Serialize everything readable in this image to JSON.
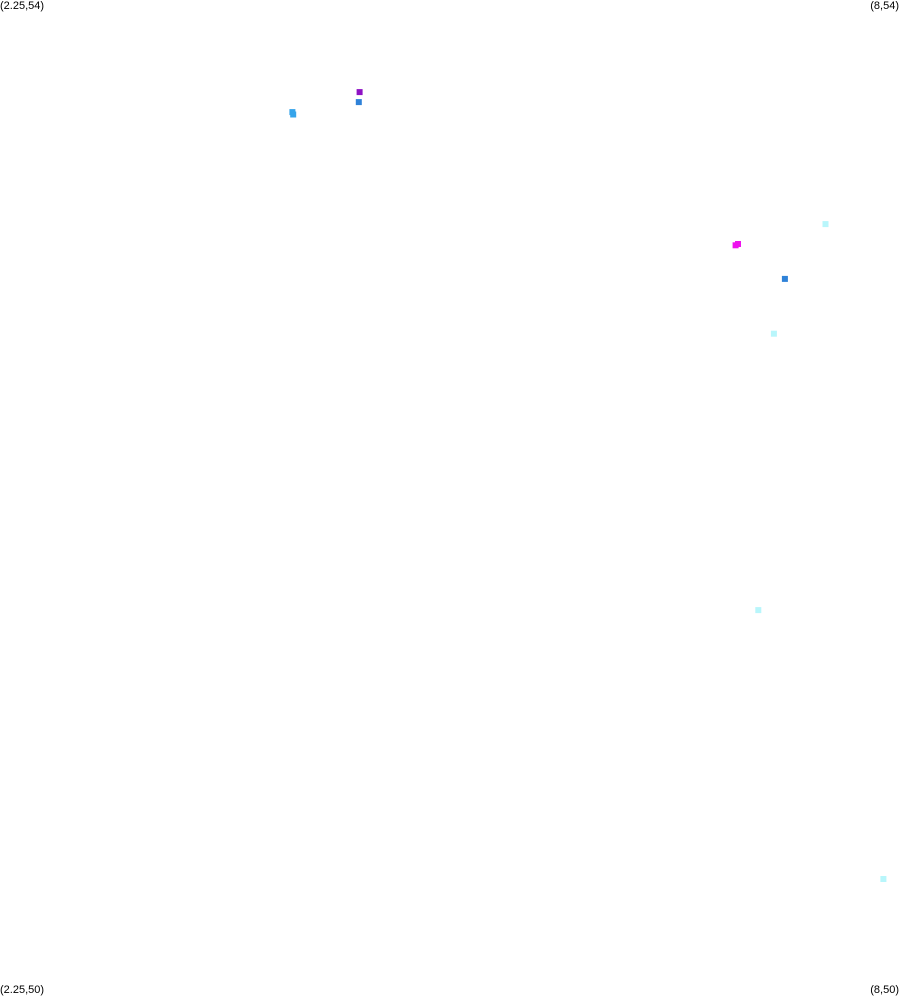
{
  "corners": {
    "top_left": "(2.25,54)",
    "top_right": "(8,54)",
    "bottom_left": "(2.25,50)",
    "bottom_right": "(8,50)"
  },
  "chart_data": {
    "type": "scatter",
    "title": "",
    "xlabel": "",
    "ylabel": "",
    "xlim": [
      2.25,
      8
    ],
    "ylim": [
      50,
      54
    ],
    "grid": false,
    "points": [
      {
        "x": 4.55,
        "y": 53.63,
        "color": "#8e12c4"
      },
      {
        "x": 4.545,
        "y": 53.59,
        "color": "#2f82d8"
      },
      {
        "x": 4.12,
        "y": 53.55,
        "color": "#35a4ea"
      },
      {
        "x": 4.125,
        "y": 53.54,
        "color": "#35a4ea"
      },
      {
        "x": 7.53,
        "y": 53.1,
        "color": "#b8f6fb"
      },
      {
        "x": 6.97,
        "y": 53.02,
        "color": "#ee12ee"
      },
      {
        "x": 6.955,
        "y": 53.015,
        "color": "#ee12ee"
      },
      {
        "x": 7.27,
        "y": 52.88,
        "color": "#2f82d8"
      },
      {
        "x": 7.2,
        "y": 52.66,
        "color": "#b8f6fb"
      },
      {
        "x": 7.1,
        "y": 51.55,
        "color": "#b8f6fb"
      },
      {
        "x": 7.9,
        "y": 50.47,
        "color": "#b8f6fb"
      }
    ]
  }
}
